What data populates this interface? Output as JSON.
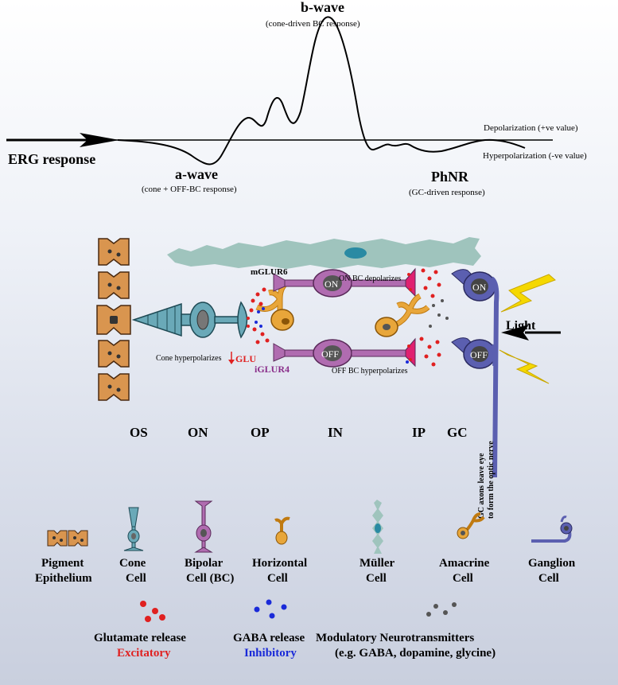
{
  "erg": {
    "response_label": "ERG response",
    "b_wave": "b-wave",
    "b_wave_sub": "(cone-driven BC response)",
    "a_wave": "a-wave",
    "a_wave_sub": "(cone + OFF-BC response)",
    "phnr": "PhNR",
    "phnr_sub": "(GC-driven response)",
    "depolarization": "Depolarization (+ve value)",
    "hyperpolarization": "Hyperpolarization (-ve value)"
  },
  "circuit": {
    "mglur6": "mGLUR6",
    "iglur4": "iGLUR4",
    "on_bc_depolarizes": "ON BC depolarizes",
    "off_bc_hyperpolarizes": "OFF BC hyperpolarizes",
    "cone_hyperpolarizes": "Cone hyperpolarizes",
    "glu": "GLU",
    "light": "Light",
    "on": "ON",
    "off": "OFF",
    "gc_axons_line1": "GC axons leave eye",
    "gc_axons_line2": "to form the optic nerve"
  },
  "layers": [
    "OS",
    "ON",
    "OP",
    "IN",
    "IP",
    "GC"
  ],
  "legend": {
    "pigment": [
      "Pigment",
      "Epithelium"
    ],
    "cone": [
      "Cone",
      "Cell"
    ],
    "bipolar": [
      "Bipolar",
      "Cell (BC)"
    ],
    "horizontal": [
      "Horizontal",
      "Cell"
    ],
    "muller": [
      "Müller",
      "Cell"
    ],
    "amacrine": [
      "Amacrine",
      "Cell"
    ],
    "ganglion": [
      "Ganglion",
      "Cell"
    ]
  },
  "release": {
    "glutamate": "Glutamate release",
    "excitatory": "Excitatory",
    "gaba": "GABA release",
    "inhibitory": "Inhibitory",
    "modulatory": "Modulatory Neurotransmitters",
    "modulatory_sub": "(e.g. GABA, dopamine, glycine)"
  },
  "colors": {
    "pigment": "#d9954f",
    "cone": "#6aa9b8",
    "bipolar": "#b06cb0",
    "horizontal": "#e8a63a",
    "muller": "#9fc4bd",
    "ganglion": "#5b5fb0",
    "glutamate": "#e02020",
    "gaba": "#1a2ad8",
    "modulatory": "#555555",
    "lightning": "#f5d800"
  }
}
